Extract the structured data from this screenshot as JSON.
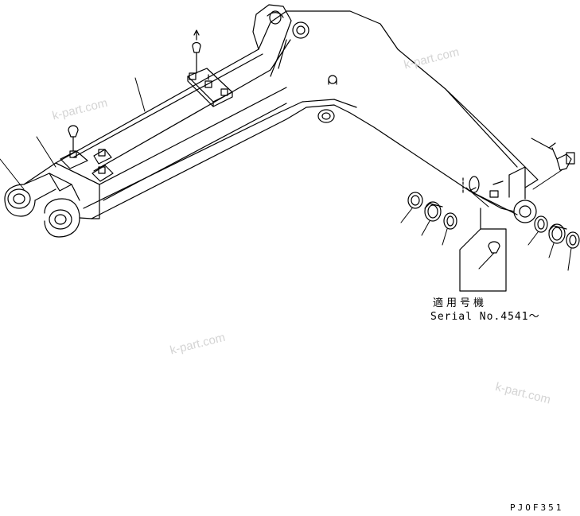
{
  "watermarks": [
    "k-part.com",
    "k-part.com",
    "k-part.com",
    "k-part.com"
  ],
  "serial_note": {
    "label_jp": "適用号機",
    "serial_text": "Serial No.4541～"
  },
  "drawing_code": "PJOF351",
  "colors": {
    "line": "#000000",
    "background": "#ffffff",
    "watermark": "#d4d4d4"
  }
}
